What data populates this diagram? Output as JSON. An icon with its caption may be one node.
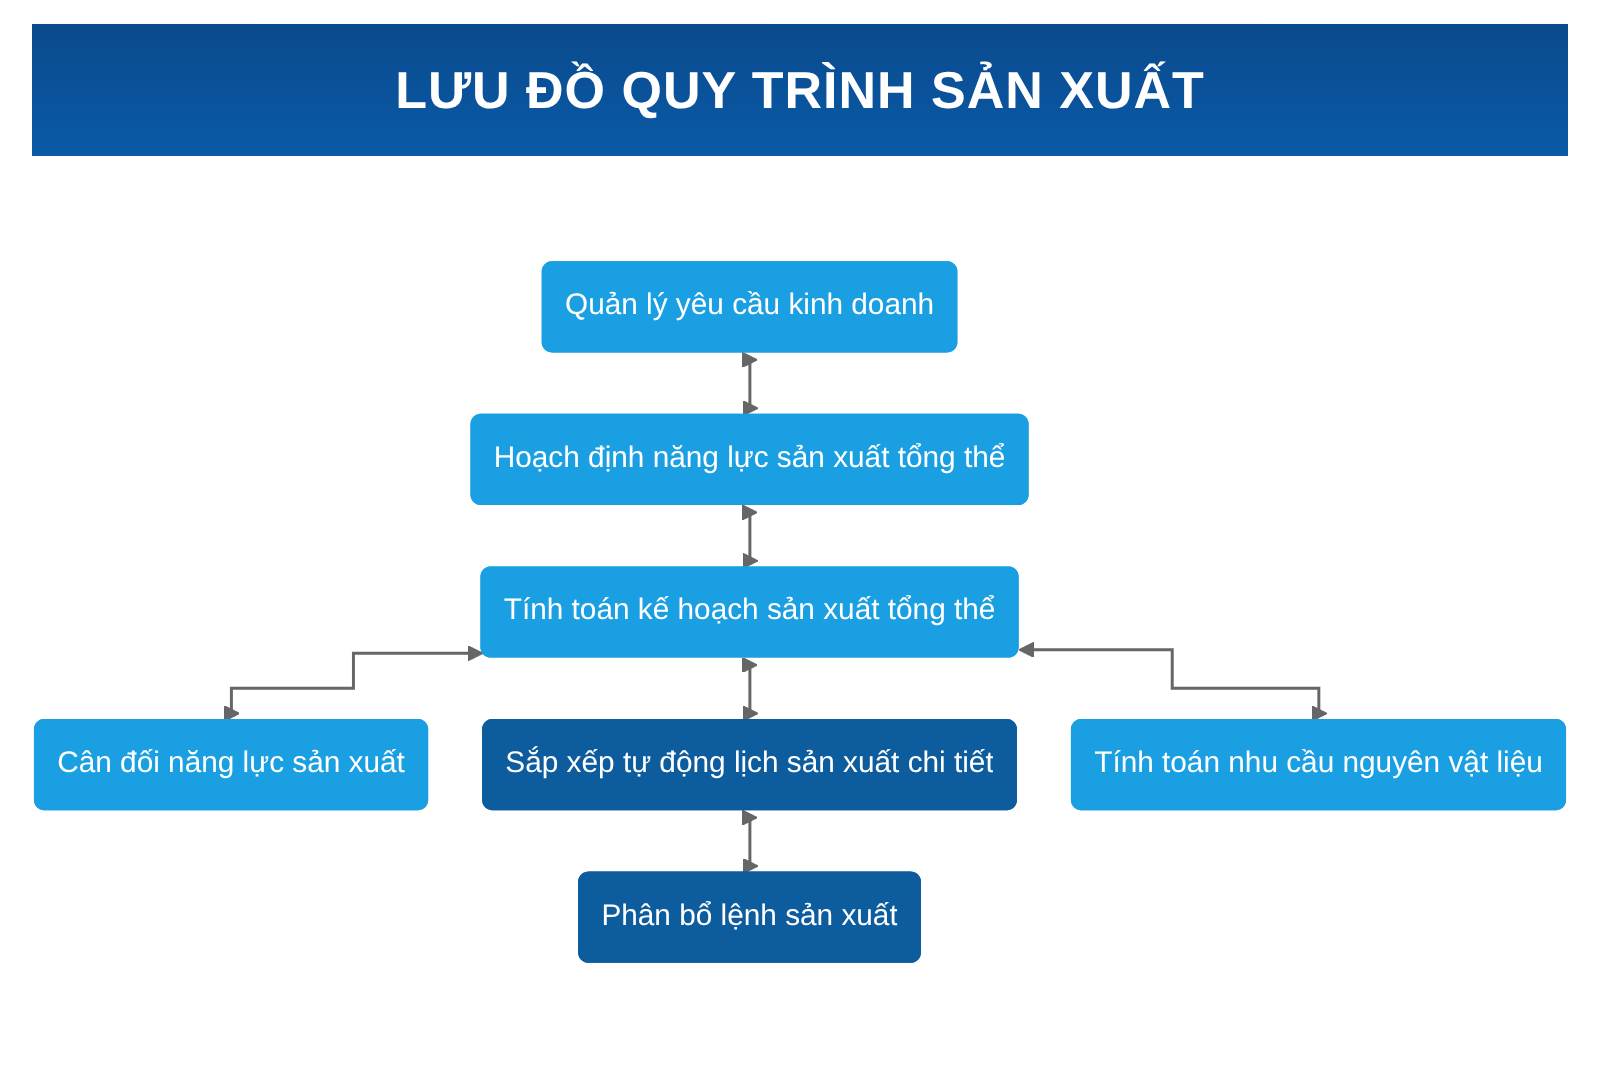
{
  "diagram": {
    "title": "LƯU ĐỒ QUY TRÌNH SẢN XUẤT",
    "nodes": [
      {
        "text": [
          "Quản lý yêu cầu kinh doanh"
        ]
      },
      {
        "text": [
          "Hoạch định năng lực sản xuất tổng thể"
        ]
      },
      {
        "text": [
          "Tính toán kế hoạch sản xuất tổng thể"
        ]
      },
      {
        "text": [
          "Cân đối năng lực sản xuất"
        ]
      },
      {
        "text": [
          "Tính toán nhu cầu nguyên vật liệu"
        ]
      },
      {
        "text": [
          "Sắp xếp tự động lịch sản xuất chi tiết"
        ]
      },
      {
        "text": [
          "Phân bổ lệnh sản xuất"
        ]
      }
    ],
    "edges": [
      {
        "from": 0,
        "to": 1,
        "arrow": "both"
      },
      {
        "from": 1,
        "to": 2,
        "arrow": "both"
      },
      {
        "from": 2,
        "to": 3,
        "arrow": "both"
      },
      {
        "from": 2,
        "to": 5,
        "arrow": "both"
      },
      {
        "from": 2,
        "to": 4,
        "arrow": "both"
      },
      {
        "from": 5,
        "to": 6,
        "arrow": "both"
      }
    ]
  }
}
